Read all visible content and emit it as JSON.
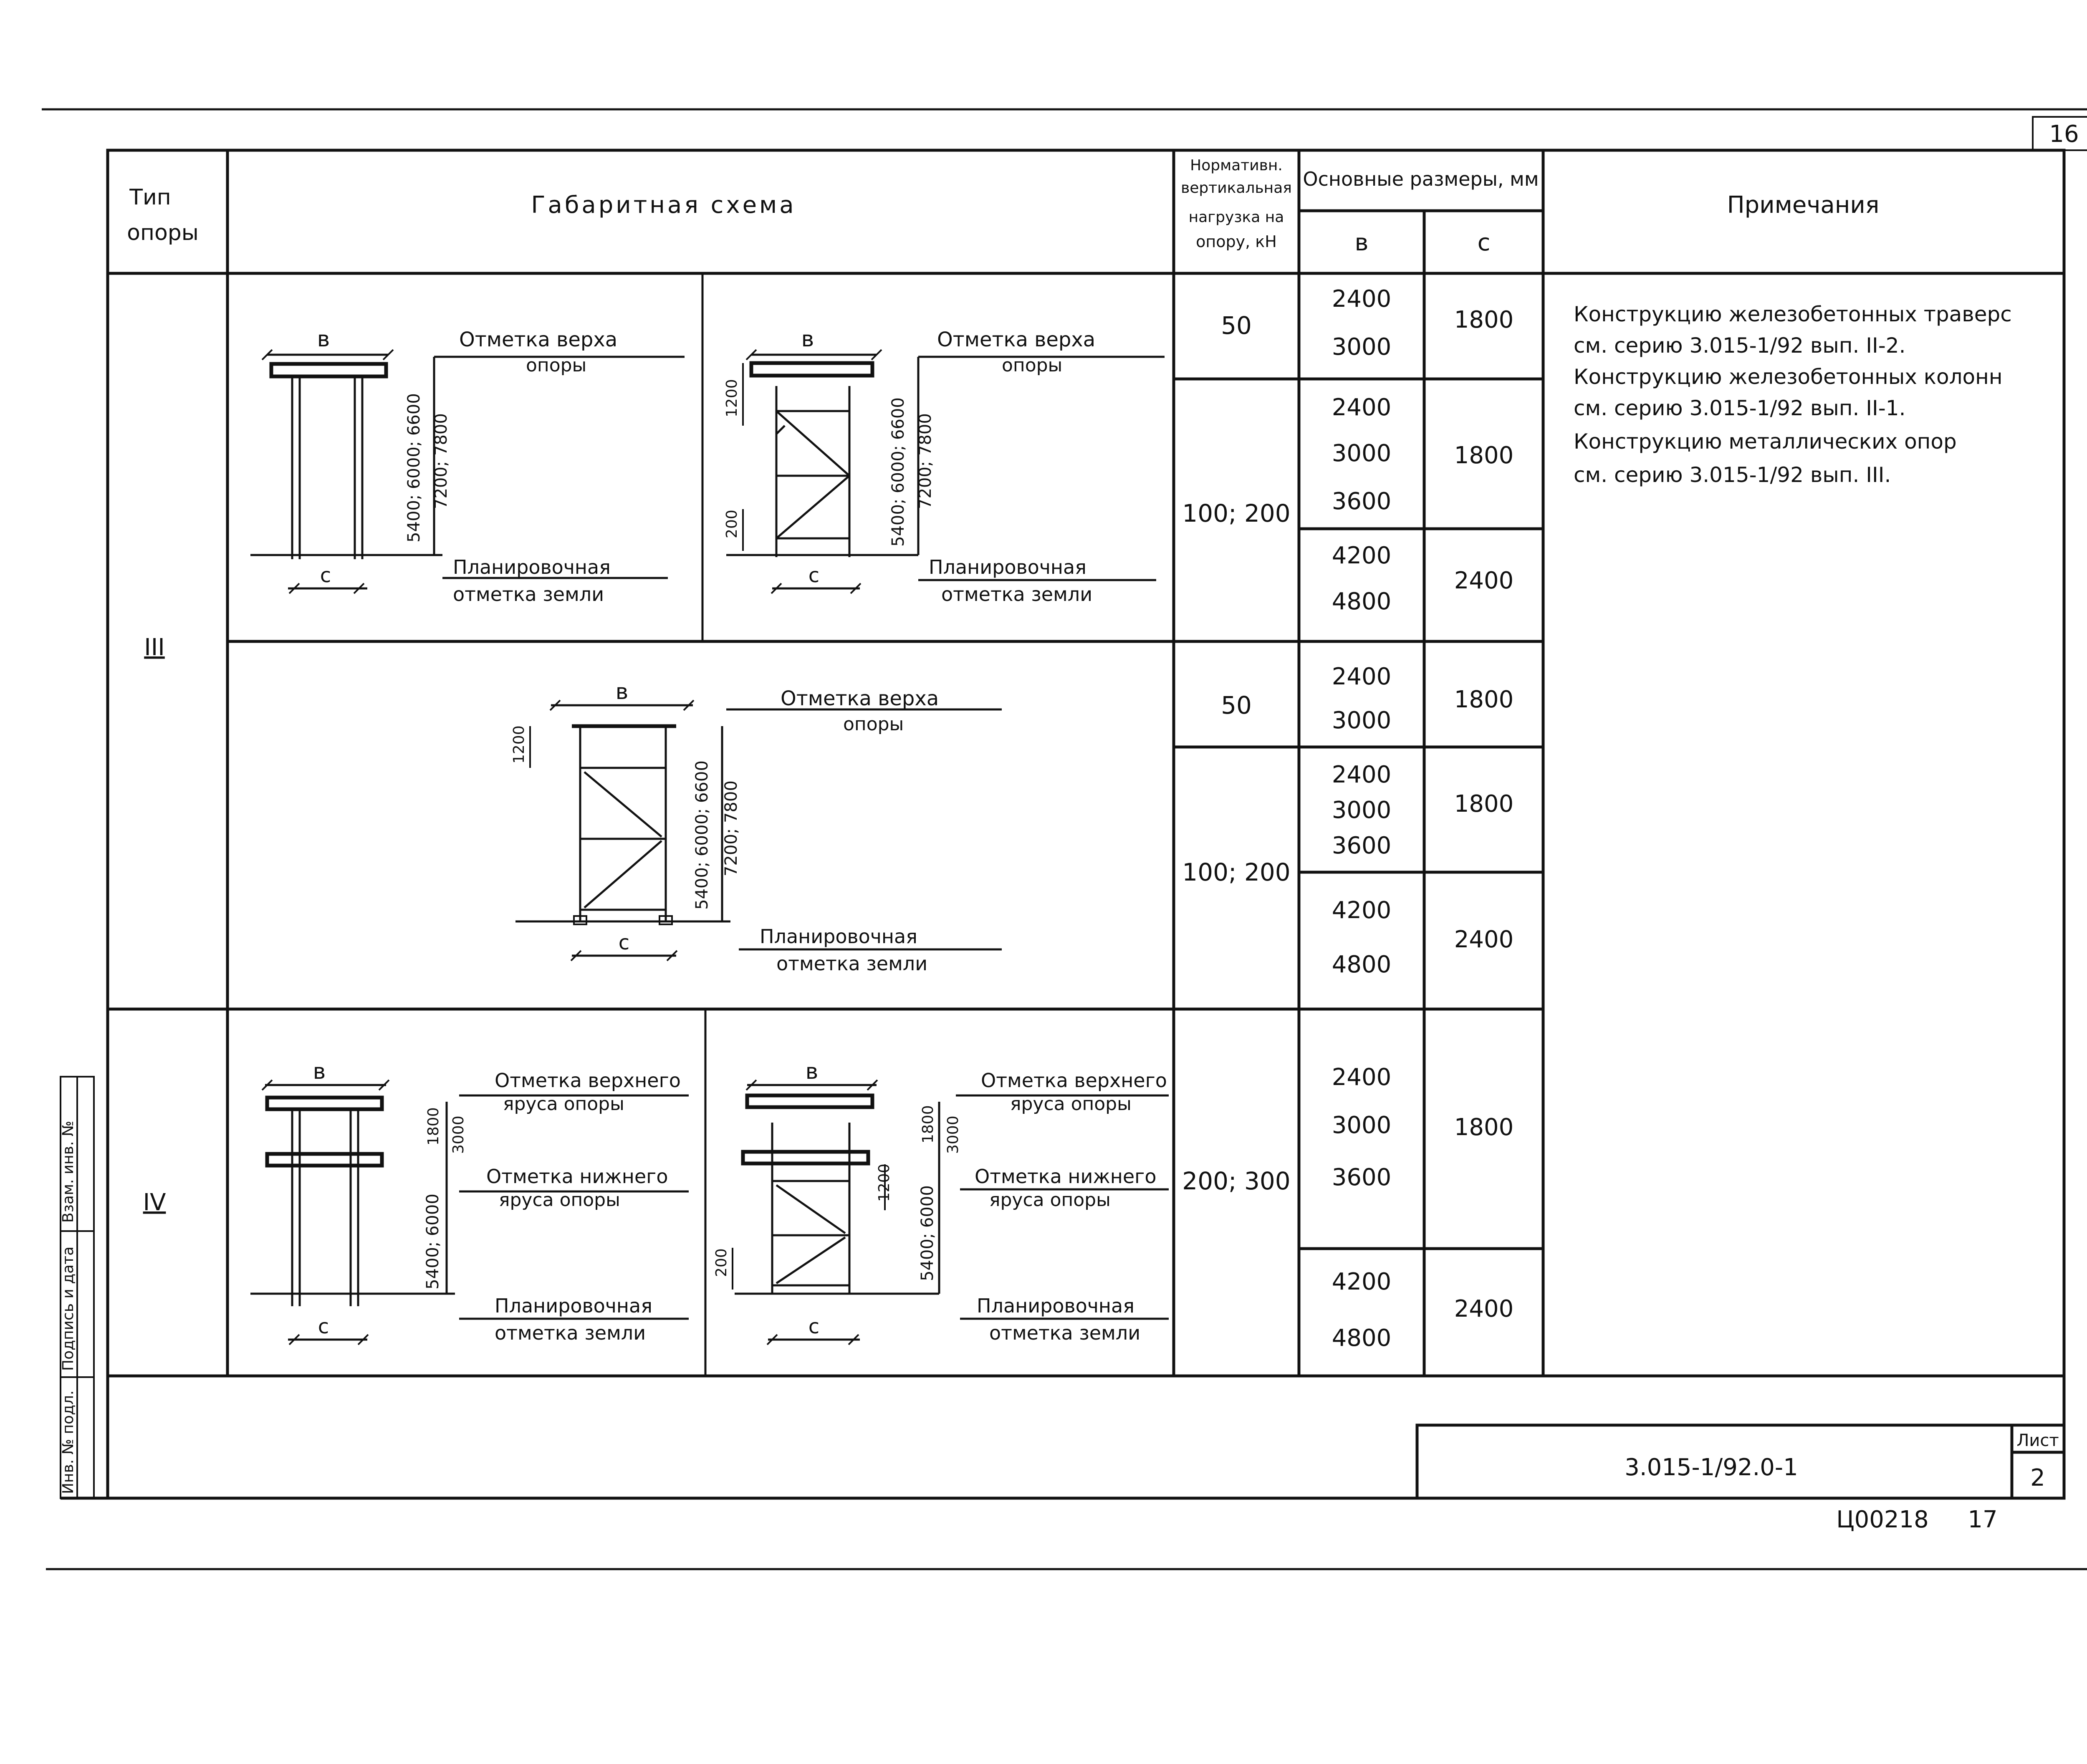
{
  "sheet_number_top": "16",
  "header": {
    "type_label": [
      "Тип",
      "опоры"
    ],
    "scheme_label": "Габаритная схема",
    "load_label": [
      "Нормативн.",
      "вертикальная",
      "нагрузка на",
      "опору, кН"
    ],
    "sizes_label": "Основные размеры, мм",
    "col_b": "в",
    "col_c": "с",
    "notes_label": "Примечания"
  },
  "types": {
    "t3": "III",
    "t4": "IV"
  },
  "rows": [
    {
      "load": "50",
      "b": [
        "2400",
        "3000"
      ],
      "c": "1800"
    },
    {
      "load": "100; 200",
      "b": [
        "2400",
        "3000",
        "3600"
      ],
      "c": "1800",
      "b2": [
        "4200",
        "4800"
      ],
      "c2": "2400"
    },
    {
      "load": "50",
      "b": [
        "2400",
        "3000"
      ],
      "c": "1800"
    },
    {
      "load": "100; 200",
      "b": [
        "2400",
        "3000",
        "3600"
      ],
      "c": "1800",
      "b2": [
        "4200",
        "4800"
      ],
      "c2": "2400"
    },
    {
      "load": "200; 300",
      "b": [
        "2400",
        "3000",
        "3600"
      ],
      "c": "1800",
      "b2": [
        "4200",
        "4800"
      ],
      "c2": "2400"
    }
  ],
  "notes": [
    "Конструкцию железобетонных траверс",
    "см. серию 3.015-1/92 вып. II-2.",
    "Конструкцию железобетонных колонн",
    "см. серию 3.015-1/92 вып. II-1.",
    "Конструкцию металлических опор",
    "см. серию 3.015-1/92 вып. III."
  ],
  "diagram_labels": {
    "b": "в",
    "c": "с",
    "top_mark": [
      "Отметка верха",
      "опоры"
    ],
    "ground_mark": [
      "Планировочная",
      "отметка земли"
    ],
    "upper_tier": [
      "Отметка верхнего",
      "яруса опоры"
    ],
    "lower_tier": [
      "Отметка нижнего",
      "яруса опоры"
    ],
    "heights_full": "5400; 6000; 6600",
    "heights_full2": "7200; 7800",
    "heights_tier": "5400; 6000",
    "dim_1200": "1200",
    "dim_200": "200",
    "dim_1800": "1800",
    "dim_3000": "3000"
  },
  "side_stamp": [
    "Взам. инв. №",
    "Подпись и дата",
    "Инв. № подл."
  ],
  "title_block": {
    "code": "3.015-1/92.0-1",
    "sheet_label": "Лист",
    "sheet_value": "2"
  },
  "footer": {
    "archive": "Ц00218",
    "page": "17"
  }
}
